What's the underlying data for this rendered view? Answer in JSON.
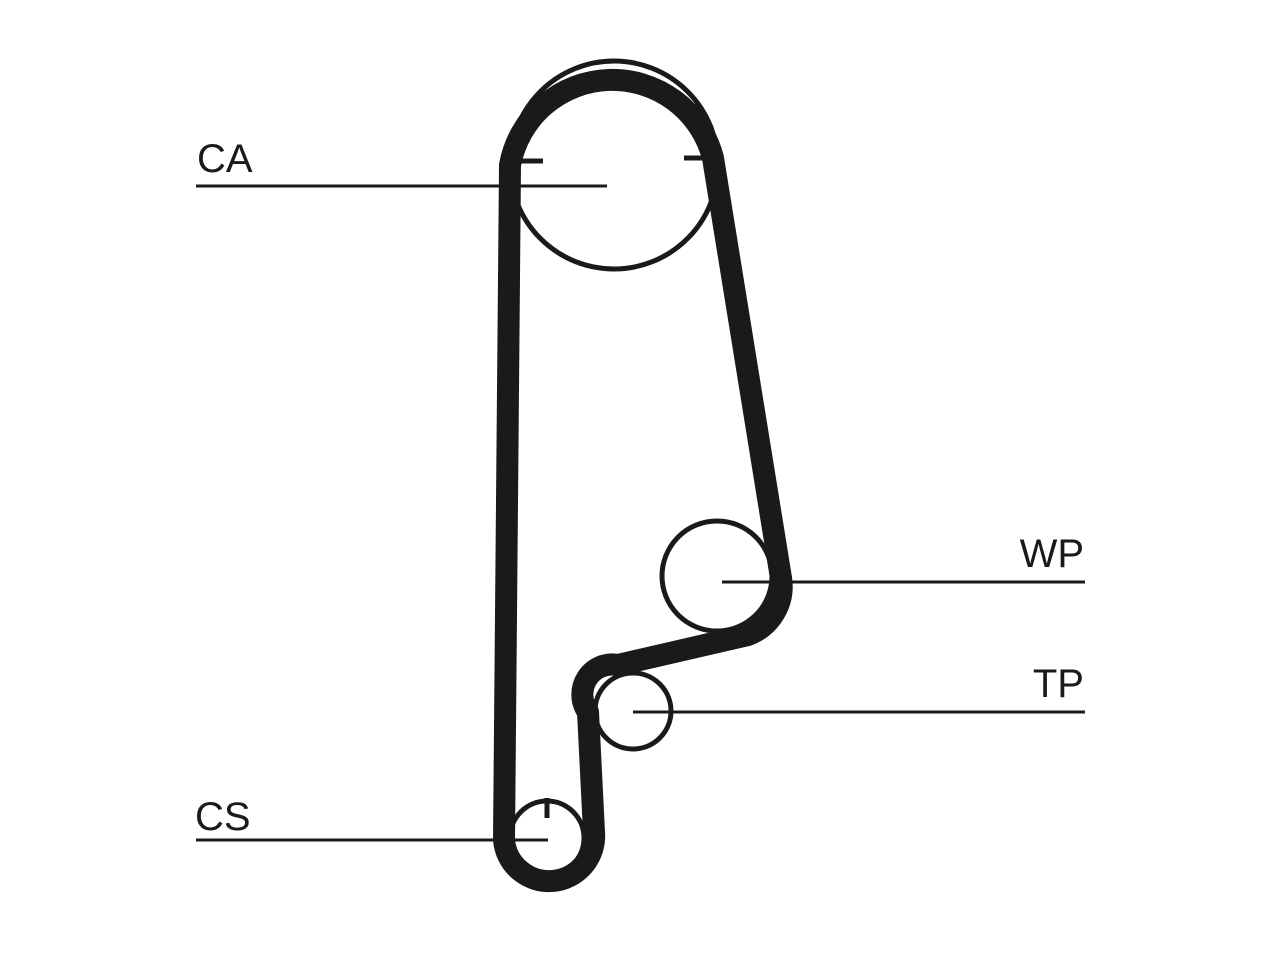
{
  "labels": {
    "camshaft": "CA",
    "water_pump": "WP",
    "tensioner": "TP",
    "crankshaft": "CS"
  },
  "colors": {
    "ink": "#1a1a1a",
    "background": "#ffffff"
  }
}
